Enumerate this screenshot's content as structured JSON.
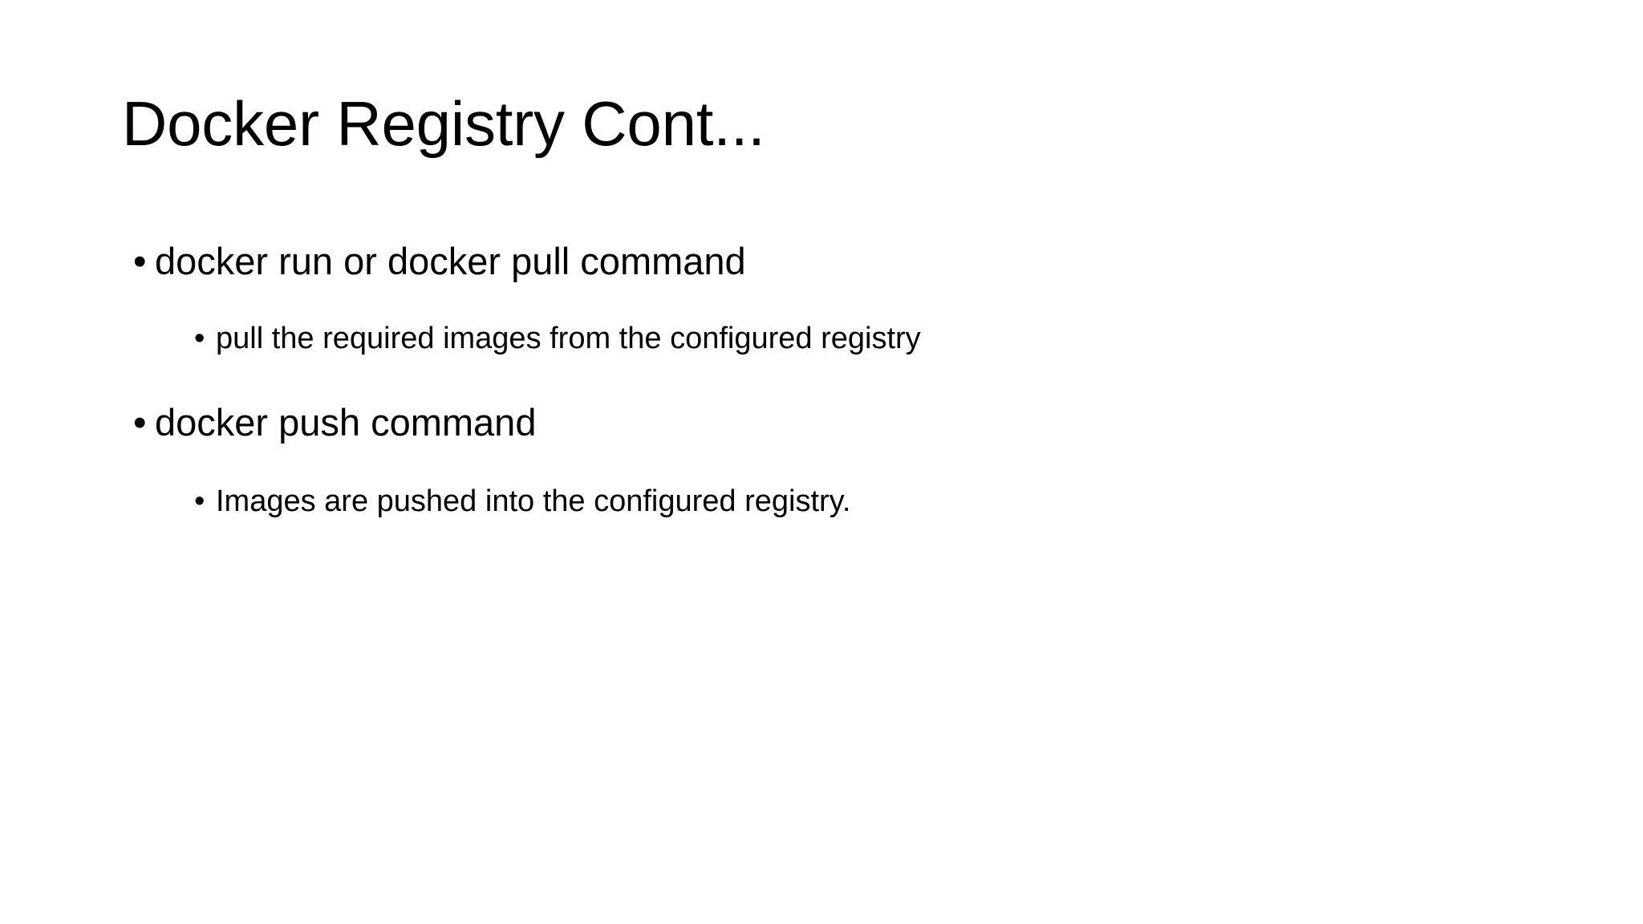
{
  "slide": {
    "title": "Docker Registry Cont...",
    "background_color": "#FFFFFF",
    "text_color": "#000000",
    "bullet_glyph": "•",
    "content": [
      {
        "level": 1,
        "text": "docker run or docker pull command"
      },
      {
        "level": 2,
        "text": "pull the required images from the configured registry"
      },
      {
        "level": 1,
        "text": "docker push command"
      },
      {
        "level": 2,
        "text": "Images are pushed into the configured registry."
      }
    ]
  }
}
